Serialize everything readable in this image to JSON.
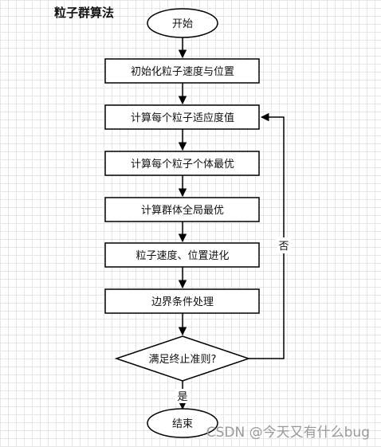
{
  "title": "粒子群算法",
  "nodes": {
    "start": "开始",
    "init": "初始化粒子速度与位置",
    "fitness": "计算每个粒子适应度值",
    "pbest": "计算每个粒子个体最优",
    "gbest": "计算群体全局最优",
    "evolve": "粒子速度、位置进化",
    "boundary": "边界条件处理",
    "check": "满足终止准则?",
    "end": "结束"
  },
  "edges": {
    "yes": "是",
    "no": "否"
  },
  "watermark": "CSDN @今天又有什么bug",
  "colors": {
    "stroke": "#000000",
    "node_fill": "#ffffff"
  }
}
